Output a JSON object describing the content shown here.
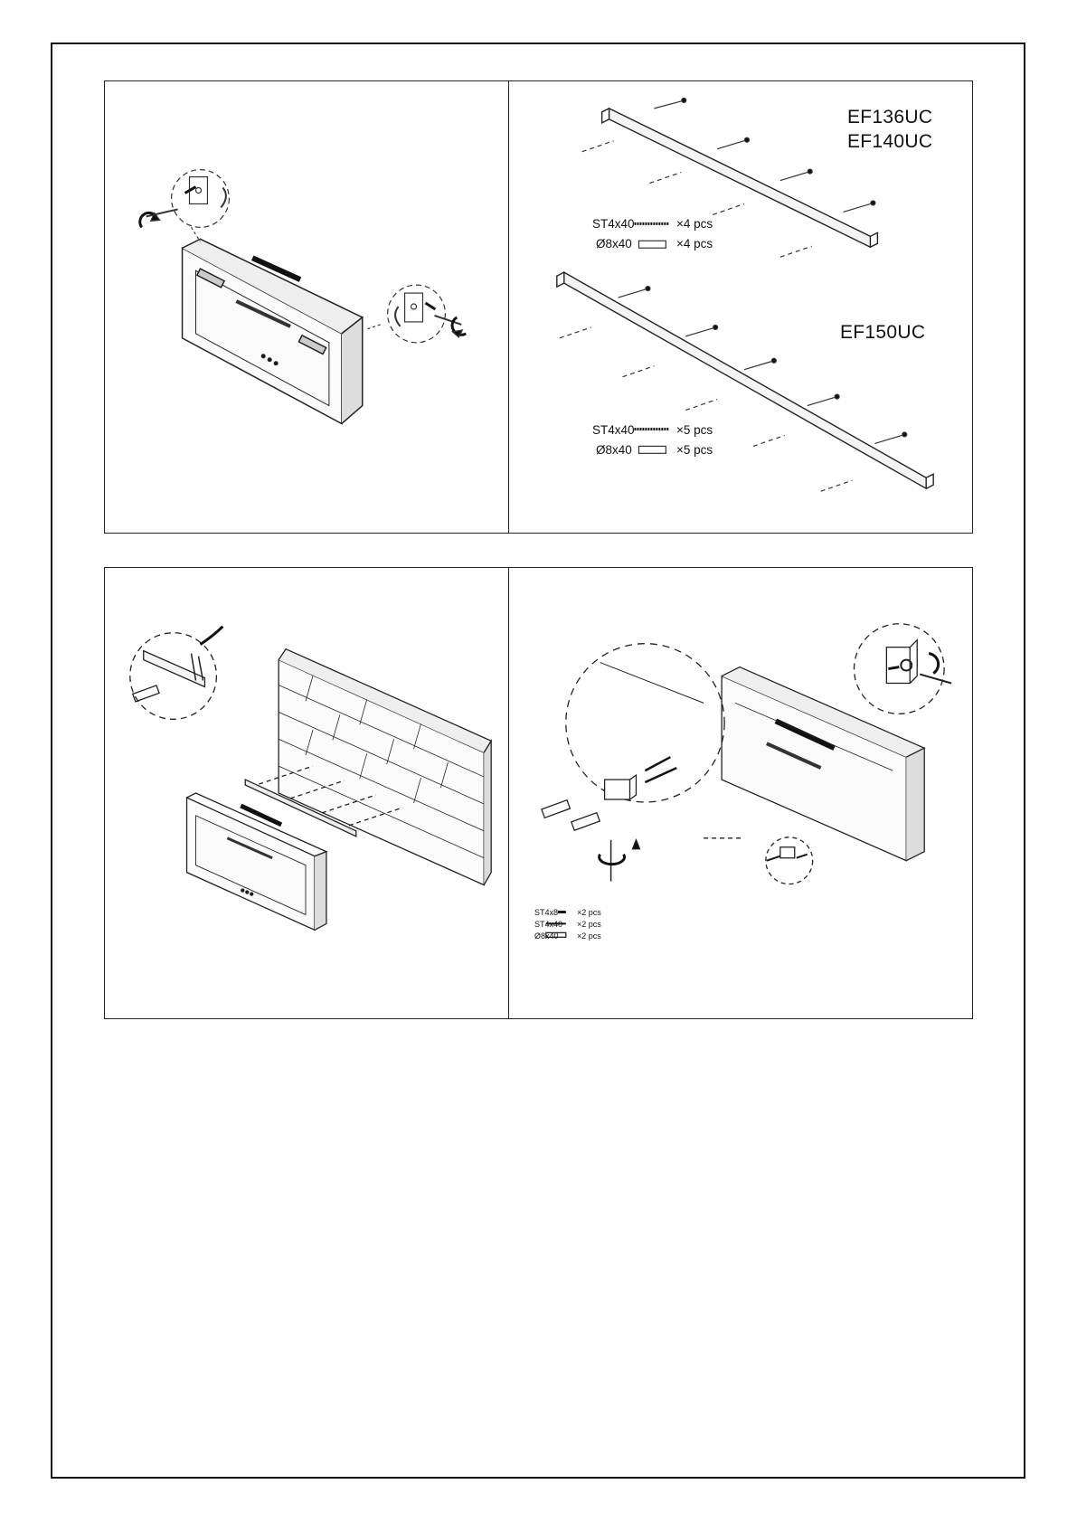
{
  "models": {
    "group_a_1": "EF136UC",
    "group_a_2": "EF140UC",
    "group_b": "EF150UC"
  },
  "hardware": {
    "group_a": [
      {
        "name": "ST4x40",
        "qty": "×4 pcs"
      },
      {
        "name": "Ø8x40",
        "qty": "×4 pcs"
      }
    ],
    "group_b": [
      {
        "name": "ST4x40",
        "qty": "×5 pcs"
      },
      {
        "name": "Ø8x40",
        "qty": "×5 pcs"
      }
    ],
    "step4": [
      {
        "name": "ST4x8",
        "qty": "×2 pcs"
      },
      {
        "name": "ST4x40",
        "qty": "×2 pcs"
      },
      {
        "name": "Ø8x40",
        "qty": "×2 pcs"
      }
    ]
  },
  "icons": [
    "rotate-arrow-icon",
    "push-arrow-icon",
    "screw-icon",
    "wall-anchor-icon"
  ]
}
